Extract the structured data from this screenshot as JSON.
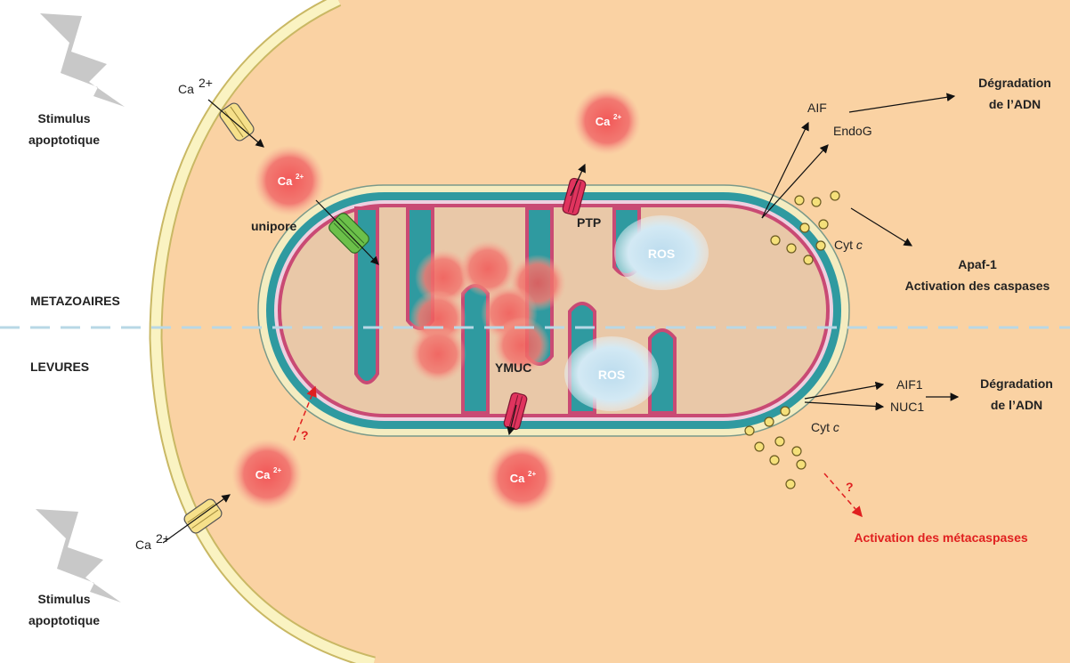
{
  "stimulus_top": {
    "line1": "Stimulus",
    "line2": "apoptotique"
  },
  "stimulus_bottom": {
    "line1": "Stimulus",
    "line2": "apoptotique"
  },
  "section_metazoaires": "METAZOAIRES",
  "section_levures": "LEVURES",
  "calcium": {
    "ion_outside_top": "Ca",
    "ion_outside_bottom": "Ca",
    "superscript": "2+",
    "cloud_label": "Ca"
  },
  "channels": {
    "unipore": "unipore",
    "ptp": "PTP",
    "ymuc": "YMUC"
  },
  "ros_label": "ROS",
  "metazoa": {
    "aif": "AIF",
    "endog": "EndoG",
    "dna_degradation_line1": "Dégradation",
    "dna_degradation_line2": "de l’ADN",
    "cyt_c": "Cyt",
    "cyt_c_italic": "c",
    "apaf_line1": "Apaf-1",
    "apaf_line2": "Activation des caspases"
  },
  "yeast": {
    "aif1": "AIF1",
    "nuc1": "NUC1",
    "dna_degradation_line1": "Dégradation",
    "dna_degradation_line2": "de l’ADN",
    "cyt_c": "Cyt",
    "cyt_c_italic": "c",
    "question_mark": "?",
    "metacaspases": "Activation des métacaspases"
  },
  "colors": {
    "cytoplasm": "#fad2a3",
    "membrane": "#f9f0b8",
    "mito_outer": "#2f9aa0",
    "mito_inner": "#c94a74",
    "matrix": "#e9c8a8",
    "calcium_cloud": "#ee6a6a",
    "ros": "#cfe6f2",
    "accent_red": "#e02020"
  },
  "icons": [
    "lightning-icon",
    "channel-icon",
    "vesicle-icon"
  ]
}
